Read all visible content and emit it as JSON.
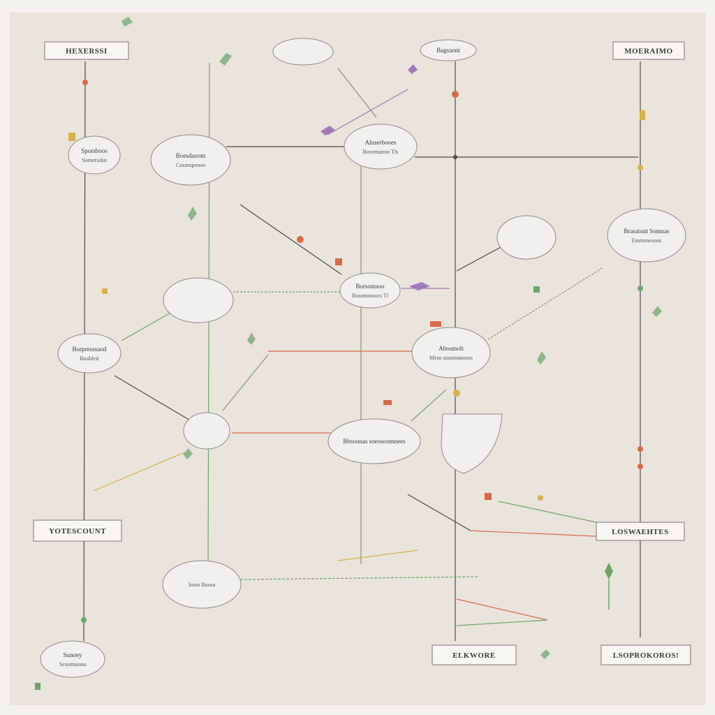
{
  "colors": {
    "background": "#e9e4dc",
    "page": "#f4f2ee",
    "node_fill": "#f1f0ee",
    "node_stroke": "#8a8a8a",
    "line": "#5f6b55",
    "line_dark": "#4a4a4a",
    "accent_red": "#d86a4a",
    "accent_green": "#6fa36a",
    "accent_purple": "#a07ab8",
    "accent_yellow": "#d6b24a"
  },
  "boxes": [
    {
      "id": "box-tl",
      "label": "HEXERSSI"
    },
    {
      "id": "box-tr",
      "label": "MOERAIMO"
    },
    {
      "id": "box-ml",
      "label": "YOTESCOUNT"
    },
    {
      "id": "box-mr",
      "label": "LOSWAEHTES"
    },
    {
      "id": "box-bc",
      "label": "ELKWORE"
    },
    {
      "id": "box-br",
      "label": "LSOPROKOROS!"
    }
  ],
  "ellipses": [
    {
      "id": "n1",
      "label": "",
      "sub": ""
    },
    {
      "id": "n2",
      "label": "Bagsaont",
      "sub": ""
    },
    {
      "id": "n3",
      "label": "Sporsboos",
      "sub": "Somerodut"
    },
    {
      "id": "n4",
      "label": "Boesdaoom",
      "sub": "Cosmopenoo"
    },
    {
      "id": "n5",
      "label": "Aluserbooes",
      "sub": "Bosomamio Tls"
    },
    {
      "id": "n6",
      "label": "",
      "sub": ""
    },
    {
      "id": "n7",
      "label": "Brasatont Somnas",
      "sub": "Emmenesoos"
    },
    {
      "id": "n8",
      "label": "",
      "sub": ""
    },
    {
      "id": "n9",
      "label": "Borsomsoo",
      "sub": "Bosomsosocs Tl"
    },
    {
      "id": "n10",
      "label": "Borpresssuod",
      "sub": "Boubleit"
    },
    {
      "id": "n11",
      "label": "Abosmolt",
      "sub": "Meso sosomanosos"
    },
    {
      "id": "n12",
      "label": "",
      "sub": ""
    },
    {
      "id": "n13",
      "label": "Bbsoonas soeosoomnees",
      "sub": ""
    },
    {
      "id": "n14",
      "label": "",
      "sub": "Soon Bosoa"
    },
    {
      "id": "n15",
      "label": "Sunoey",
      "sub": "Sexomuonu"
    }
  ]
}
